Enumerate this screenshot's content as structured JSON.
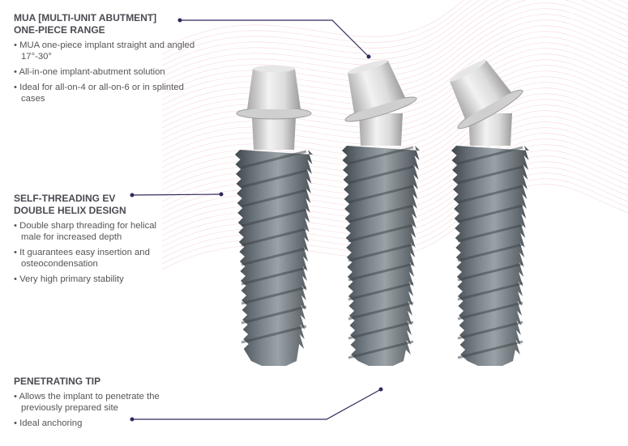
{
  "sections": [
    {
      "title_line1": "MUA [MULTI-UNIT ABUTMENT]",
      "title_line2": "ONE-PIECE RANGE",
      "bullets": [
        "MUA one-piece implant straight and angled 17°-30°",
        "All-in-one implant-abutment solution",
        "Ideal for all-on-4 or all-on-6 or in splinted cases"
      ]
    },
    {
      "title_line1": "SELF-THREADING EV",
      "title_line2": "DOUBLE HELIX DESIGN",
      "bullets": [
        "Double sharp threading for helical male for increased depth",
        "It guarantees easy insertion and osteocondensation",
        "Very high primary stability"
      ]
    },
    {
      "title_line1": "PENETRATING TIP",
      "bullets": [
        "Allows the implant to penetrate the previously prepared site",
        "Ideal anchoring"
      ]
    }
  ],
  "colors": {
    "leader": "#2e2a5c",
    "heading": "#4b4a52",
    "body": "#555555",
    "implant": "#6b747a",
    "abutment": "#d8d8d8",
    "waves": "#f3c9cf"
  }
}
